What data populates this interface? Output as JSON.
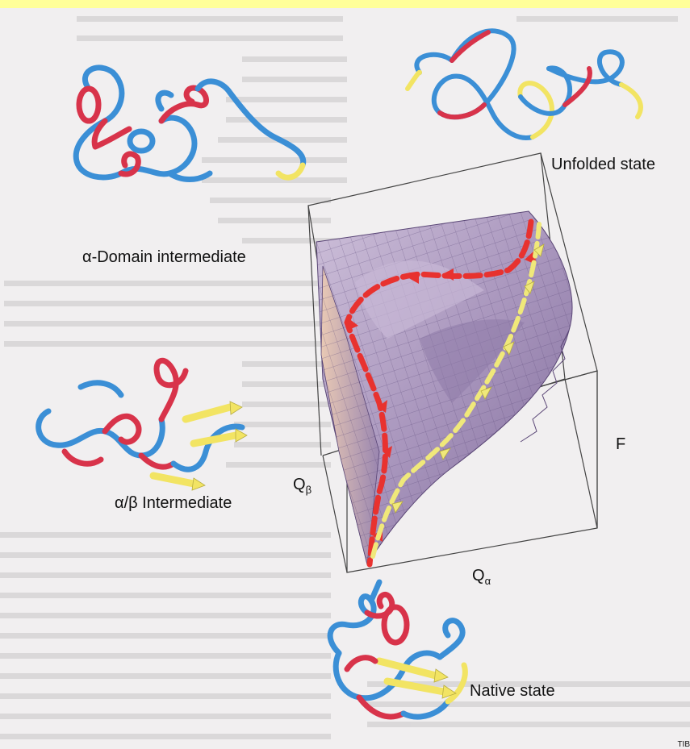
{
  "labels": {
    "unfolded": "Unfolded state",
    "alpha_domain": "α-Domain intermediate",
    "alpha_beta": "α/β Intermediate",
    "native": "Native state",
    "axis_f": "F",
    "axis_qb_main": "Q",
    "axis_qb_sub": "β",
    "axis_qa_main": "Q",
    "axis_qa_sub": "α"
  },
  "corner_text": "TIB",
  "colors": {
    "helix": "#d8334a",
    "strand": "#f2e463",
    "coil": "#3b8fd6",
    "surface": "#b9a6c8",
    "surface_mesh": "#6d5a8a",
    "path_red": "#e8322f",
    "path_yellow": "#f0e87a",
    "banner": "#ffff99"
  }
}
